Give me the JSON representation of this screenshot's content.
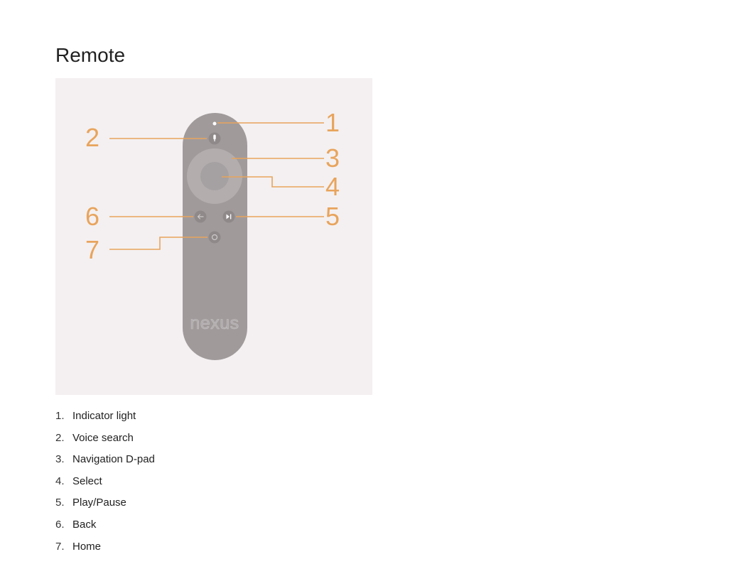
{
  "page": {
    "title": "Remote"
  },
  "figure": {
    "brand_text": "nexus",
    "callouts": [
      {
        "number": "1",
        "target": "indicator-light"
      },
      {
        "number": "2",
        "target": "voice-search-button"
      },
      {
        "number": "3",
        "target": "navigation-dpad"
      },
      {
        "number": "4",
        "target": "select-button"
      },
      {
        "number": "5",
        "target": "play-pause-button"
      },
      {
        "number": "6",
        "target": "back-button"
      },
      {
        "number": "7",
        "target": "home-button"
      }
    ],
    "colors": {
      "background": "#f4f0f1",
      "remote_body": "#a09a9b",
      "dpad": "#b3adae",
      "callout": "#e8a45c"
    },
    "icons": {
      "voice_search": "microphone-icon",
      "back": "back-arrow-icon",
      "play_pause": "play-pause-icon",
      "home": "home-circle-icon"
    }
  },
  "legend": {
    "items": [
      {
        "number": "1.",
        "label": "Indicator light"
      },
      {
        "number": "2.",
        "label": "Voice search"
      },
      {
        "number": "3.",
        "label": "Navigation D-pad"
      },
      {
        "number": "4.",
        "label": "Select"
      },
      {
        "number": "5.",
        "label": "Play/Pause"
      },
      {
        "number": "6.",
        "label": "Back"
      },
      {
        "number": "7.",
        "label": "Home"
      }
    ]
  }
}
